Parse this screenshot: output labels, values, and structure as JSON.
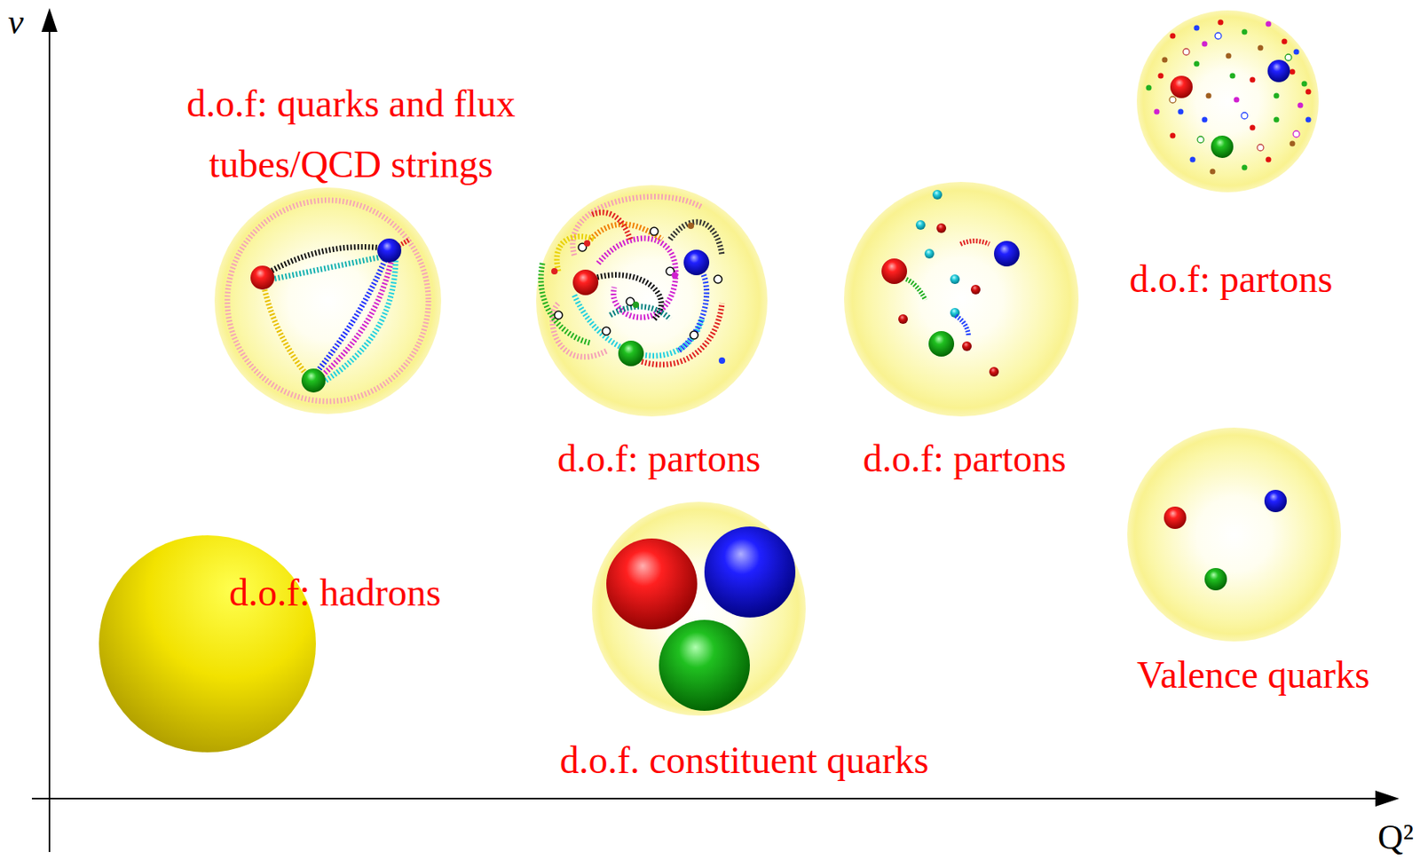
{
  "diagram": {
    "nodes": [
      {
        "text": [
          "d.o.f: quarks and flux tubes/QCD strings"
        ]
      },
      {
        "text": [
          "d.o.f: partons"
        ]
      },
      {
        "text": [
          "d.o.f: partons"
        ]
      },
      {
        "text": [
          "d.o.f: partons"
        ]
      },
      {
        "text": [
          "d.o.f: hadrons"
        ]
      },
      {
        "text": [
          "d.o.f. constituent quarks"
        ]
      },
      {
        "text": [
          "Valence quarks"
        ]
      }
    ],
    "labels": [
      "ν",
      "Q²"
    ]
  }
}
